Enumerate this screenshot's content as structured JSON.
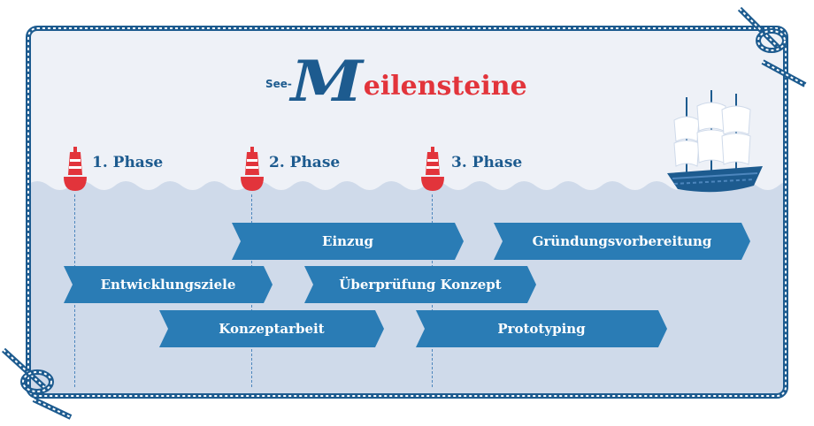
{
  "title": {
    "prefix": "See-",
    "initial": "M",
    "rest": "eilensteine"
  },
  "phases": [
    {
      "label": "1. Phase"
    },
    {
      "label": "2. Phase"
    },
    {
      "label": "3. Phase"
    }
  ],
  "bars": [
    {
      "label": "Einzug"
    },
    {
      "label": "Gründungsvorbereitung"
    },
    {
      "label": "Entwicklungsziele"
    },
    {
      "label": "Überprüfung Konzept"
    },
    {
      "label": "Konzeptarbeit"
    },
    {
      "label": "Prototyping"
    }
  ],
  "colors": {
    "navy": "#1d5b8f",
    "red": "#e2343b",
    "bar": "#2a7cb5",
    "water": "#cfdaea",
    "sky": "#eef1f7"
  },
  "icons": [
    "buoy-icon",
    "ship-icon",
    "rope-knot-icon"
  ]
}
